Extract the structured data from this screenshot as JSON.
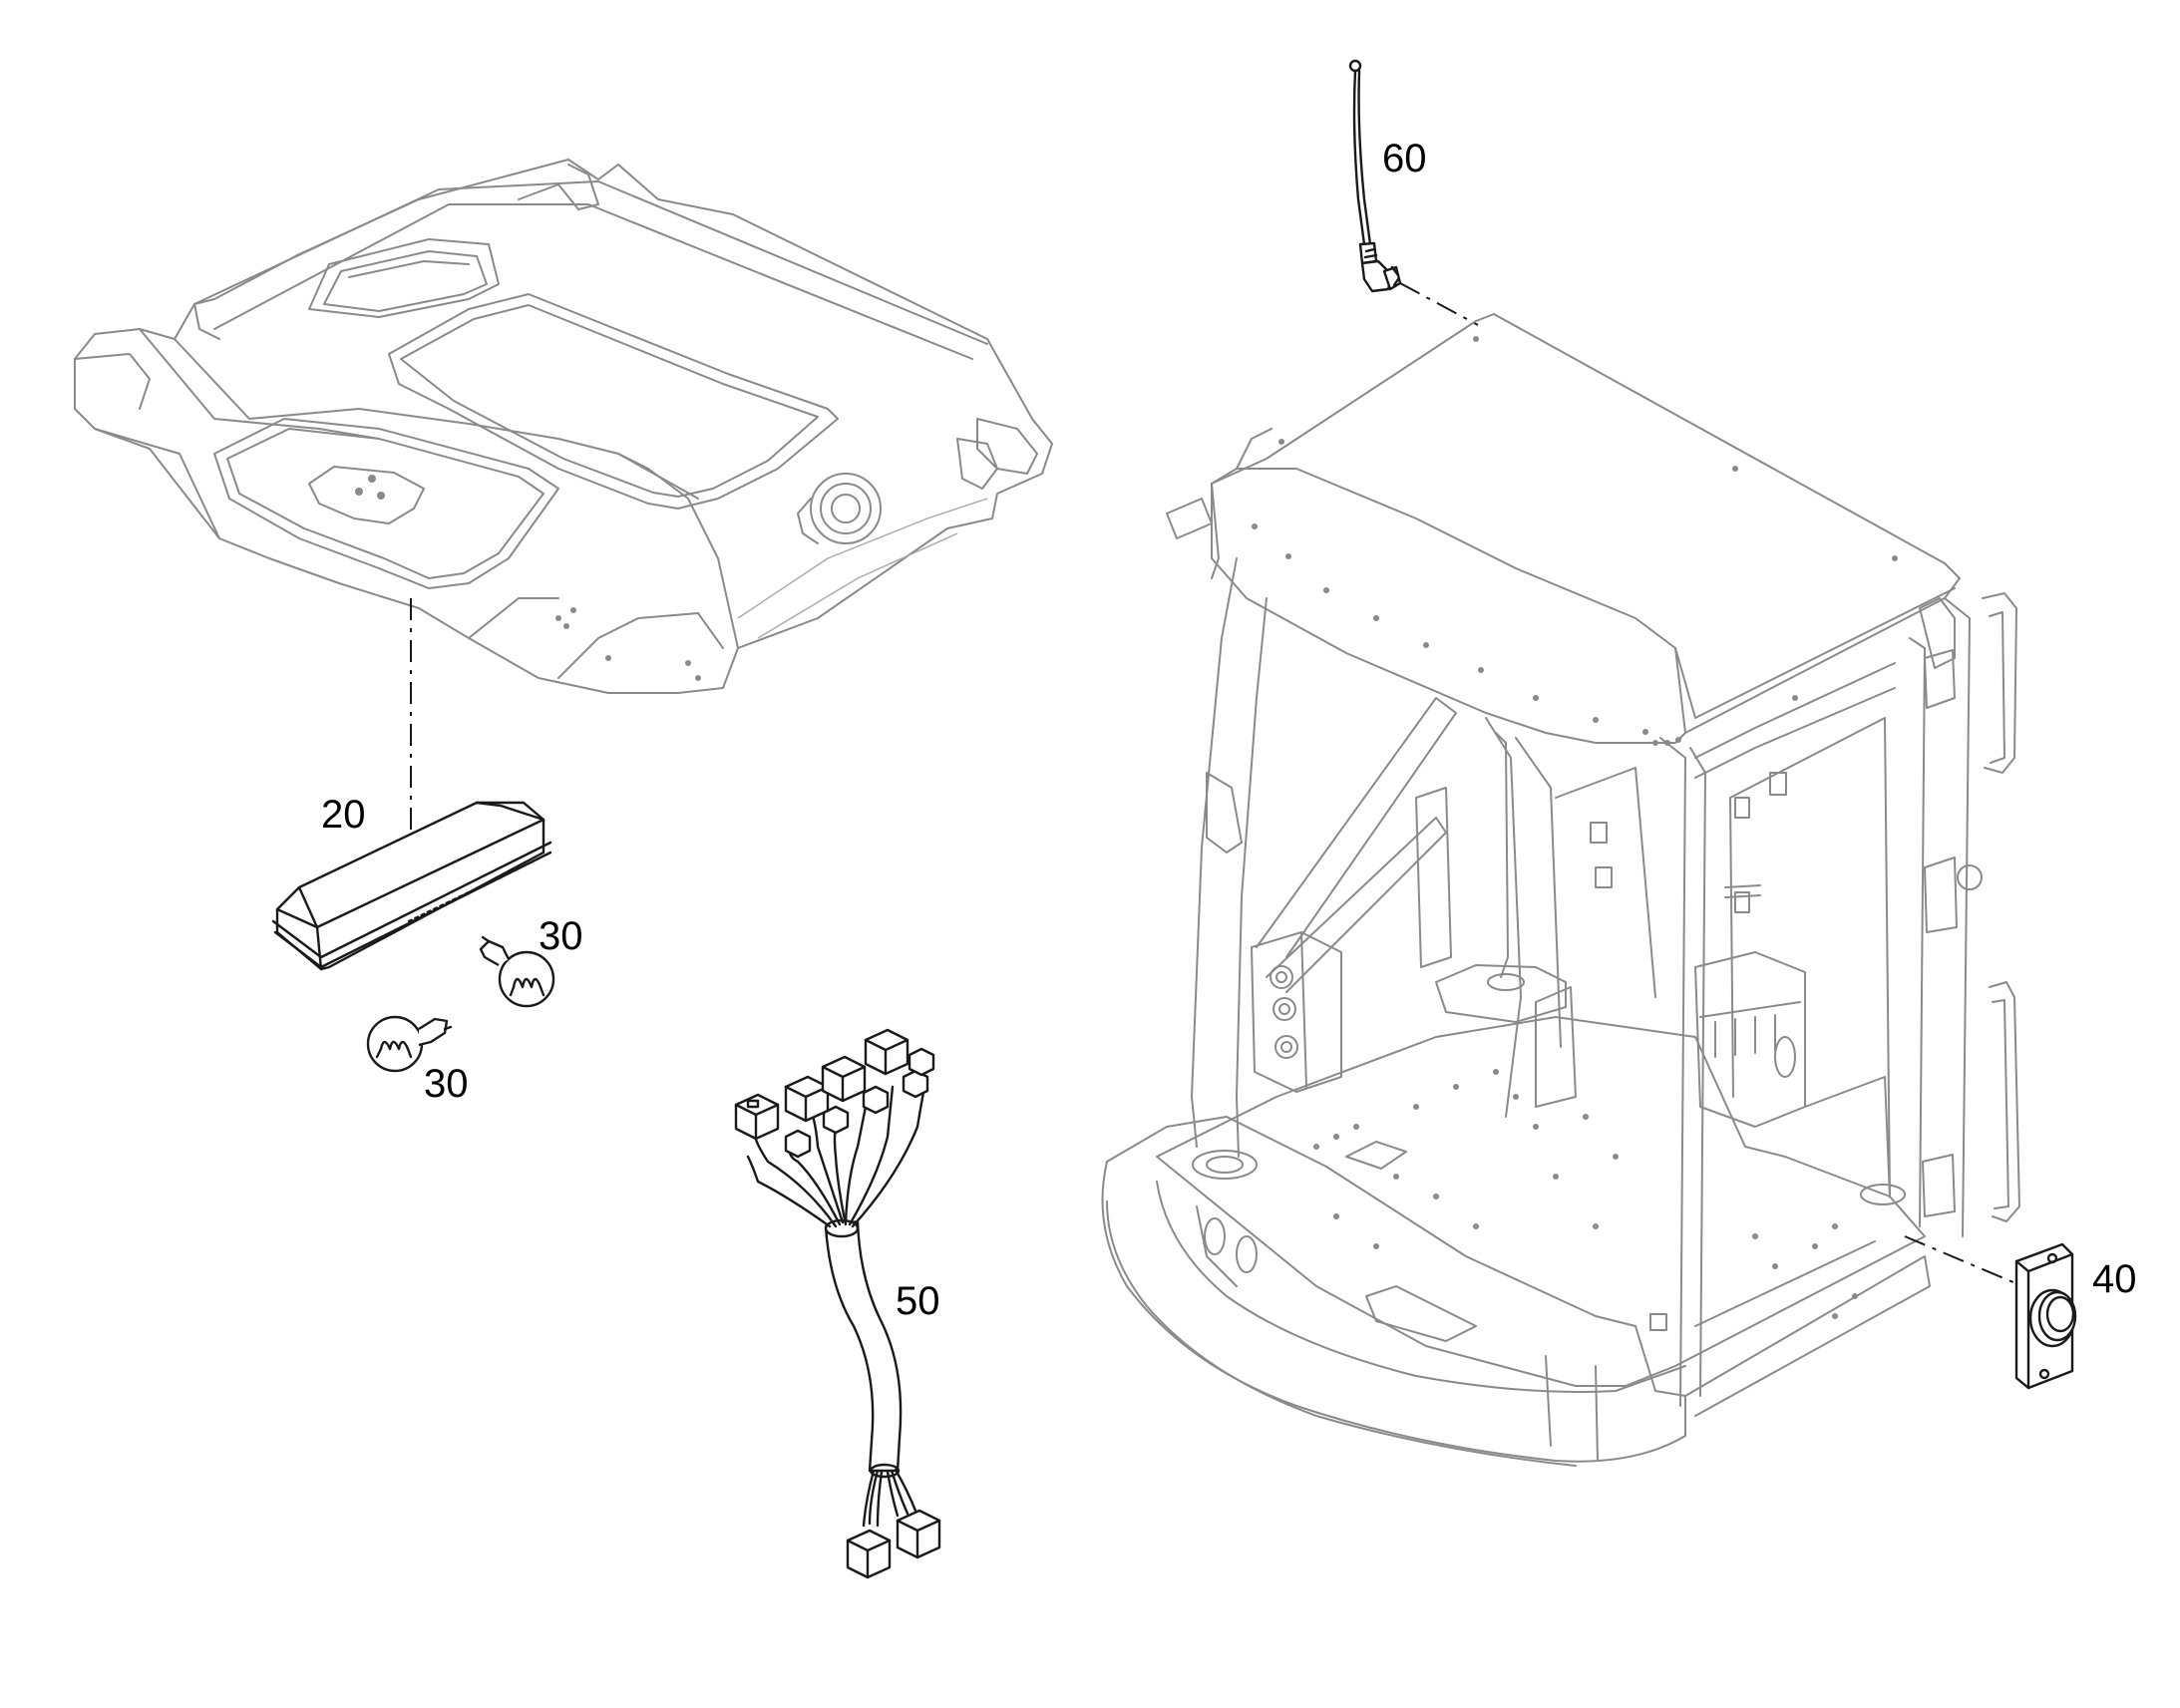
{
  "callouts": {
    "c20": "20",
    "c30a": "30",
    "c30b": "30",
    "c40": "40",
    "c50": "50",
    "c60": "60"
  },
  "parts": [
    {
      "name": "roof-liner",
      "icon": "headliner-panel"
    },
    {
      "name": "interior-lamp",
      "icon": "lamp-housing"
    },
    {
      "name": "bulb",
      "icon": "bulb-icon"
    },
    {
      "name": "push-switch",
      "icon": "switch-icon"
    },
    {
      "name": "wiring-harness",
      "icon": "harness-icon"
    },
    {
      "name": "antenna",
      "icon": "antenna-icon"
    },
    {
      "name": "cab-frame",
      "icon": "cab-icon"
    }
  ],
  "colors": {
    "ink": "#1a1a1a",
    "ghost": "#8a8a8a",
    "background": "#ffffff"
  }
}
